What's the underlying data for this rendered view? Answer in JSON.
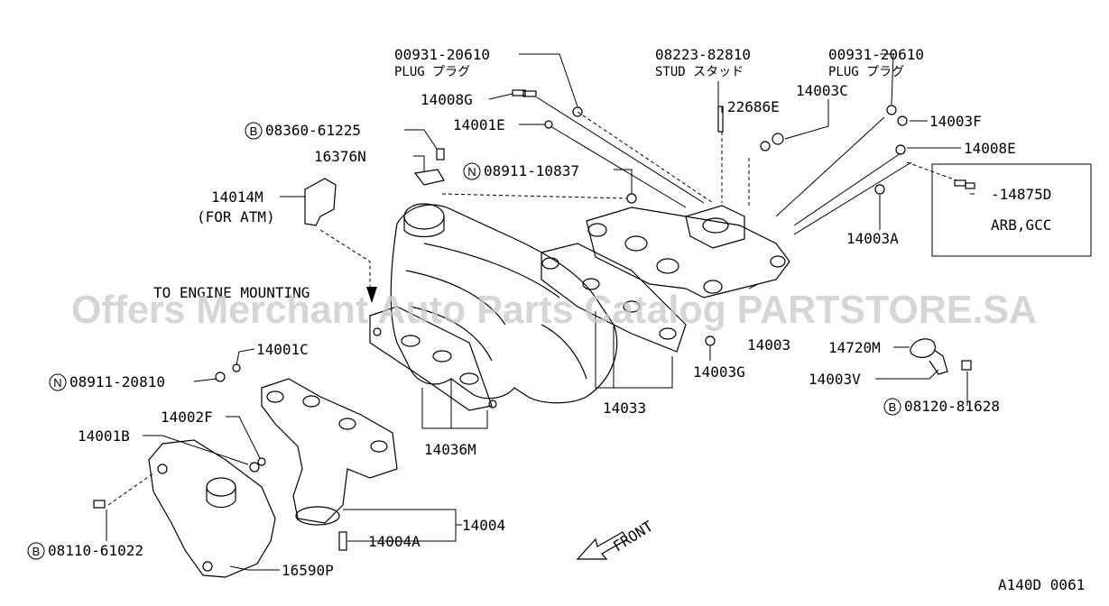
{
  "labels": {
    "plug_top_left_code": "00931-20610",
    "plug_top_left_text": "PLUG プラグ",
    "stud_code": "08223-82810",
    "stud_text": "STUD スタッド",
    "plug_top_right_code": "00931-20610",
    "plug_top_right_text": "PLUG プラグ",
    "p14008g": "14008G",
    "p14001e": "14001E",
    "p22686e": "22686E",
    "p14003c": "14003C",
    "p14003f": "14003F",
    "p14008e": "14008E",
    "p08360": "08360-61225",
    "p16376n": "16376N",
    "p08911_10837": "08911-10837",
    "p14875d": "-14875D",
    "arb_gcc": "ARB,GCC",
    "p14003a": "14003A",
    "p14014m": "14014M",
    "for_atm": "(FOR ATM)",
    "to_engine": "TO ENGINE MOUNTING",
    "p14003": "14003",
    "p14720m": "14720M",
    "p14003g": "14003G",
    "p14003v": "14003V",
    "p08120": "08120-81628",
    "p14001c": "14001C",
    "p08911_20810": "08911-20810",
    "p14002f": "14002F",
    "p14001b": "14001B",
    "p14033": "14033",
    "p14036m": "14036M",
    "p14004": "14004",
    "p14004a": "14004A",
    "p08110": "08110-61022",
    "p16590p": "16590P",
    "front": "FRONT",
    "ref_code": "A140D 0061",
    "circle_b": "B",
    "circle_n": "N"
  },
  "watermark": "Offers Merchant Auto Parts Catalog PARTSTORE.SA"
}
